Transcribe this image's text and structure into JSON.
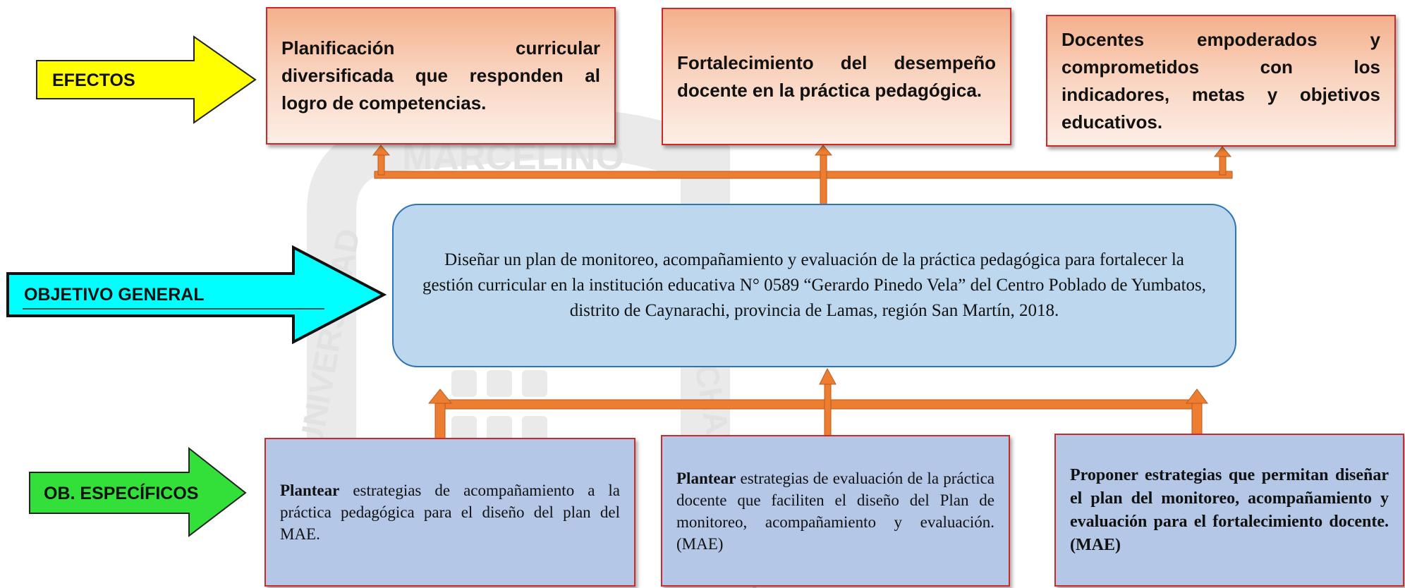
{
  "colors": {
    "effects_arrow": "#ffff00",
    "objective_arrow": "#00ffff",
    "specific_arrow": "#33e03a",
    "connector": "#ed7d31",
    "effect_box_top": "#f4b08c",
    "objective_box": "#bdd7ee",
    "specific_box": "#b4c7e7",
    "box_border": "#cc2a2a",
    "watermark": "#cfcfcf"
  },
  "labels": {
    "effects": "EFECTOS",
    "objective": "OBJETIVO GENERAL",
    "specific": "OB. ESPECÍFICOS"
  },
  "watermark": {
    "arc_text": "MARCELINO",
    "side_text_left": "UNIVERSIDAD",
    "side_text_right": "CHAMPAGNAT"
  },
  "effects": [
    {
      "text": "Planificación curricular diversificada que responden al logro de competencias."
    },
    {
      "text": "Fortalecimiento del desempeño docente en la práctica pedagógica."
    },
    {
      "text": "Docentes empoderados y comprometidos con los indicadores, metas y objetivos educativos."
    }
  ],
  "objective": {
    "text": "Diseñar un plan de monitoreo, acompañamiento y evaluación de la práctica pedagógica para fortalecer la gestión curricular en la institución educativa N° 0589 “Gerardo Pinedo Vela” del Centro Poblado de Yumbatos, distrito de Caynarachi, provincia de Lamas, región San Martín, 2018."
  },
  "specifics": [
    {
      "lead": "Plantear",
      "rest": " estrategias de acompañamiento a la práctica pedagógica para el diseño del plan del MAE."
    },
    {
      "lead": "Plantear",
      "rest": " estrategias de evaluación de la práctica docente que faciliten el diseño del Plan de monitoreo, acompañamiento y evaluación. (MAE)"
    },
    {
      "lead": "",
      "rest": "Proponer estrategias que permitan diseñar el plan del monitoreo, acompañamiento y evaluación para el fortalecimiento docente. (MAE)"
    }
  ]
}
